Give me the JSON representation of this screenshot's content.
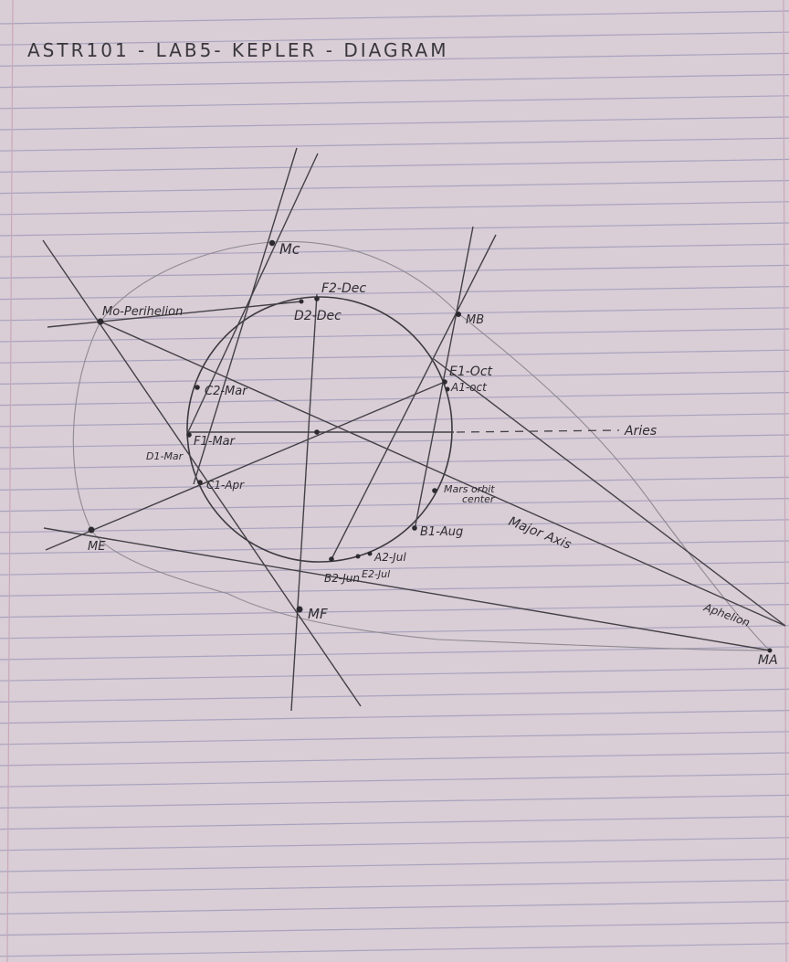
{
  "title": "ASTR101 - LAB5- KEPLER - DIAGRAM",
  "points": {
    "mc": "Mc",
    "mb": "MB",
    "mo": "Mo-Perihelion",
    "me": "ME",
    "mf": "MF",
    "ma": "MA",
    "f2": "F2-Dec",
    "d2": "D2-Dec",
    "e1": "E1-Oct",
    "a1": "A1-oct",
    "c2": "C2-Mar",
    "f1": "F1-Mar",
    "d1": "D1-Mar",
    "c1": "C1-Apr",
    "b1": "B1-Aug",
    "a2": "A2-Jul",
    "e2": "E2-Jul",
    "b2": "B2-Jun",
    "orbit_center_1": "Mars orbit",
    "orbit_center_2": "center"
  },
  "annotations": {
    "aries": "Aries",
    "major_axis": "Major Axis",
    "aphelion": "Aphelion"
  }
}
